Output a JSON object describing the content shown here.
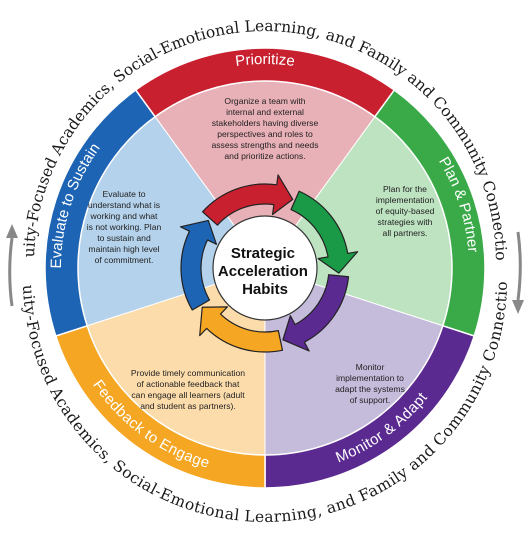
{
  "outer_text": {
    "top": "Equity-Focused Academics, Social-Emotional Learning, and Family and Community Connections",
    "bottom": "Equity-Focused Academics, Social-Emotional Learning, and Family and Community Connections"
  },
  "center": {
    "line1": "Strategic",
    "line2": "Acceleration",
    "line3": "Habits"
  },
  "segments": [
    {
      "title": "Prioritize",
      "color": "#c8202f",
      "fill": "#e8b0b7",
      "lines": [
        "Organize a team with",
        "internal and external",
        "stakeholders having diverse",
        "perspectives and roles to",
        "assess strengths and needs",
        "and prioritize actions."
      ]
    },
    {
      "title": "Plan & Partner",
      "color": "#3aaa48",
      "fill": "#bde3c1",
      "lines": [
        "Plan for the",
        "implementation",
        "of equity-based",
        "strategies with",
        "all partners."
      ]
    },
    {
      "title": "Monitor & Adapt",
      "color": "#5b2a90",
      "fill": "#c5bbdb",
      "lines": [
        "Monitor",
        "implementation to",
        "adapt the systems",
        "of support."
      ]
    },
    {
      "title": "Feedback to Engage",
      "color": "#f5a623",
      "fill": "#fcdcab",
      "lines": [
        "Provide timely communication",
        "of actionable feedback that",
        "can engage all learners (adult",
        "and student as partners)."
      ]
    },
    {
      "title": "Evaluate to Sustain",
      "color": "#1e64b4",
      "fill": "#b4d2ec",
      "lines": [
        "Evaluate to",
        "understand what is",
        "working and what",
        "is not working. Plan",
        "to sustain and",
        "maintain high level",
        "of commitment."
      ]
    }
  ],
  "cycle_colors": [
    "#c8202f",
    "#1a9a46",
    "#5b2a90",
    "#f5a623",
    "#1e64b4"
  ],
  "outer_arrow_color": "#888888"
}
